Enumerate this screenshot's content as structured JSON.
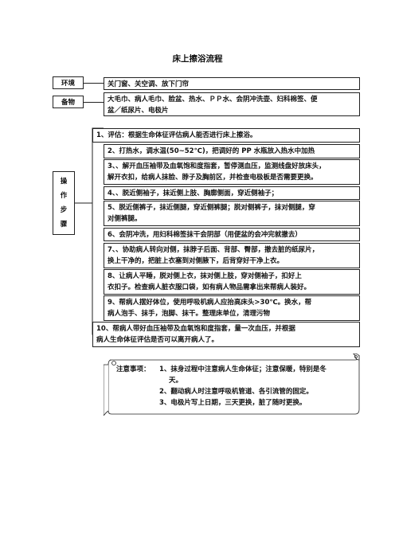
{
  "title": "床上擦浴流程",
  "env": {
    "label": "环境",
    "content": "关门窗、关空调、放下门帘"
  },
  "supplies": {
    "label": "备物",
    "content_1": "大毛巾、病人毛巾、脸盆、热水、ＰＰ水、会阴冲洗壶、妇科棉签、便",
    "content_2": "盆／纸尿片、电极片"
  },
  "steps_label": [
    "操",
    "作",
    "步",
    "骤"
  ],
  "steps": [
    {
      "lines": [
        "1、评估：根据生命体征评估病人能否进行床上擦浴。"
      ]
    },
    {
      "lines": [
        "2、打热水，调水温(50~52℃)，把调好的 PP 水瓶放入热水中加热"
      ]
    },
    {
      "lines": [
        "3、、解开血压袖带及血氧饱和度指套，暂停测血压，监测线盘好放床头，",
        "解开衣扣，给病人抹脸、脖子及胸前区，并检查电极板是否需要更换。"
      ]
    },
    {
      "lines": [
        "4、、脱近侧袖子，抹近侧上肢、胸廓侧面，穿近侧袖子；"
      ]
    },
    {
      "lines": [
        "5、脱近侧裤子，抹近侧腿，穿近侧裤腿；脱对侧裤子，抹对侧腿，穿",
        "对侧裤腿。"
      ]
    },
    {
      "lines": [
        "6、会阴冲洗，用妇科棉签抹干会阴部（用便盆的会冲完就撤去）"
      ]
    },
    {
      "lines": [
        "7、、协助病人转向对侧，抹脖子后面、背部、臀部，撤去脏的纸尿片，",
        "换上干净的，把脏上衣塞到对侧腋下，后背穿好干净上衣。"
      ]
    },
    {
      "lines": [
        "8、让病人平睡，脱对侧上衣，抹对侧上肢，穿对侧袖子，扣好上",
        "衣扣子。检查病人脏衣服口袋，如有病人物品需拿出来帮病人装好。"
      ]
    },
    {
      "lines": [
        "9、帮病人摆好体位，使用呼吸机病人应抬高床头>30℃。换水，帮",
        "病人泡手、抹手，泡脚、抹干。整理床单位，清理污物"
      ]
    },
    {
      "lines": [
        "10、帮病人带好血压袖带及血氧饱和度指套，量一次血压，并根据",
        "病人生命体征评估是否可以离开病人了。"
      ]
    }
  ],
  "notes": {
    "title": "注意事项：",
    "items": [
      "1、抹身过程中注意病人生命体征；注意保暖，特别是冬",
      "天。",
      "2、翻动病人时注意呼吸机管道、各引流管的固定。",
      "3、电极片写上日期，三天更换，脏了随时更换。"
    ]
  }
}
